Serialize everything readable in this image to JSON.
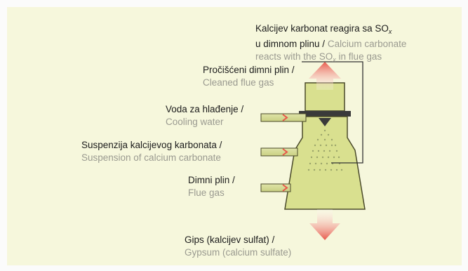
{
  "labels": {
    "reaction": {
      "line1": "Kalcijev karbonat reagira sa SO",
      "line1_sub": "x",
      "line2_dark": "u dimnom plinu /",
      "line2_grey": "Calcium carbonate",
      "line3_grey": "reacts with the SO",
      "line3_sub": "x",
      "line3_tail": " in flue gas"
    },
    "cleaned": {
      "hr": "Pročišćeni dimni plin /",
      "en": "Cleaned flue gas"
    },
    "cooling": {
      "hr": "Voda za hlađenje /",
      "en": "Cooling water"
    },
    "suspension": {
      "hr": "Suspenzija kalcijevog karbonata /",
      "en": "Suspension of calcium carbonate"
    },
    "flue": {
      "hr": "Dimni plin /",
      "en": "Flue gas"
    },
    "gypsum": {
      "hr": "Gips (kalcijev sulfat) /",
      "en": "Gypsum (calcium sulfate)"
    }
  },
  "colors": {
    "background": "#f6f7dc",
    "tower_fill": "#d9e08f",
    "tower_outline": "#4a4a2a",
    "arrow_red": "#e8584a",
    "spray": "#9aa36a"
  }
}
